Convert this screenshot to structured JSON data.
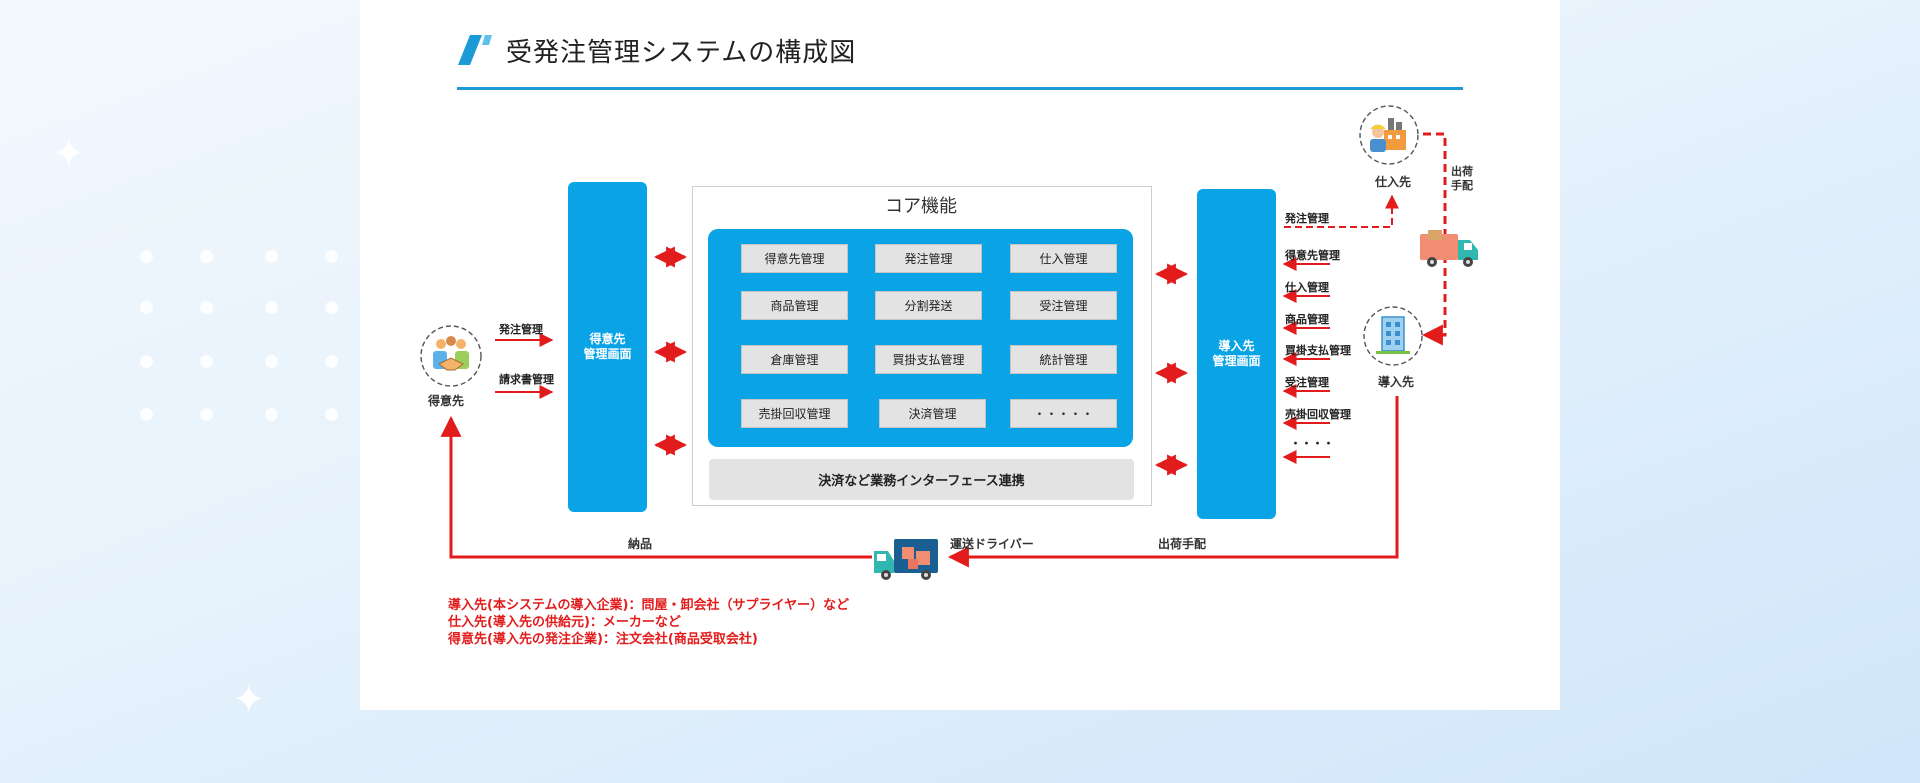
{
  "title": "受発注管理システムの構成図",
  "core": {
    "title": "コア機能",
    "functions": [
      "得意先管理",
      "発注管理",
      "仕入管理",
      "商品管理",
      "分割発送",
      "受注管理",
      "倉庫管理",
      "買掛支払管理",
      "統計管理",
      "売掛回収管理",
      "決済管理",
      "・・・・・"
    ],
    "interface": "決済など業務インターフェース連携"
  },
  "left_panel": {
    "line1": "得意先",
    "line2": "管理画面"
  },
  "right_panel": {
    "line1": "導入先",
    "line2": "管理画面"
  },
  "customer": {
    "label": "得意先",
    "arrows": [
      "発注管理",
      "請求書管理"
    ]
  },
  "supplier": {
    "label": "仕入先"
  },
  "company": {
    "label": "導入先"
  },
  "right_list": {
    "to_supplier": "発注管理",
    "items": [
      "得意先管理",
      "仕入管理",
      "商品管理",
      "買掛支払管理",
      "受注管理",
      "売掛回収管理",
      "・・・・"
    ]
  },
  "ship_arrange_vertical": {
    "line1": "出荷",
    "line2": "手配"
  },
  "bottom": {
    "delivery": "納品",
    "driver": "運送ドライバー",
    "ship_arrange": "出荷手配"
  },
  "notes": [
    "導入先(本システムの導入企業)：問屋・卸会社（サプライヤー）など",
    "仕入先(導入先の供給元)：メーカーなど",
    "得意先(導入先の発注企業)：注文会社(商品受取会社)"
  ],
  "colors": {
    "primary": "#0aa3e6",
    "accent": "#e21c1c",
    "title_line": "#1b9ad6"
  }
}
